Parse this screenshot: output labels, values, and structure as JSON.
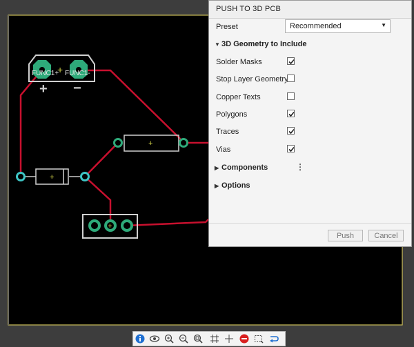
{
  "panel": {
    "title": "PUSH TO 3D PCB",
    "preset_label": "Preset",
    "preset_value": "Recommended",
    "geometry_section": "3D Geometry to Include",
    "options": [
      {
        "label": "Solder Masks",
        "checked": true
      },
      {
        "label": "Stop Layer Geometry",
        "checked": false
      },
      {
        "label": "Copper Texts",
        "checked": false
      },
      {
        "label": "Polygons",
        "checked": true
      },
      {
        "label": "Traces",
        "checked": true
      },
      {
        "label": "Vias",
        "checked": true
      }
    ],
    "components_section": "Components",
    "options_section": "Options",
    "push_label": "Push",
    "cancel_label": "Cancel"
  },
  "board": {
    "func_label_1": "FUNC1+",
    "func_label_2": "FUNC1-",
    "plus_sign": "+",
    "minus_sign": "−"
  },
  "colors": {
    "board": "#000000",
    "trace": "#c8102e",
    "pad": "#2eaa7a",
    "via_ring": "#3ec5c5",
    "outline": "#d9c95a"
  },
  "toolbar": {
    "icons": [
      "info-icon",
      "eye-icon",
      "zoom-in-icon",
      "zoom-out-icon",
      "zoom-fit-icon",
      "grid-icon",
      "crosshair-icon",
      "no-entry-icon",
      "selection-icon",
      "route-icon"
    ]
  }
}
